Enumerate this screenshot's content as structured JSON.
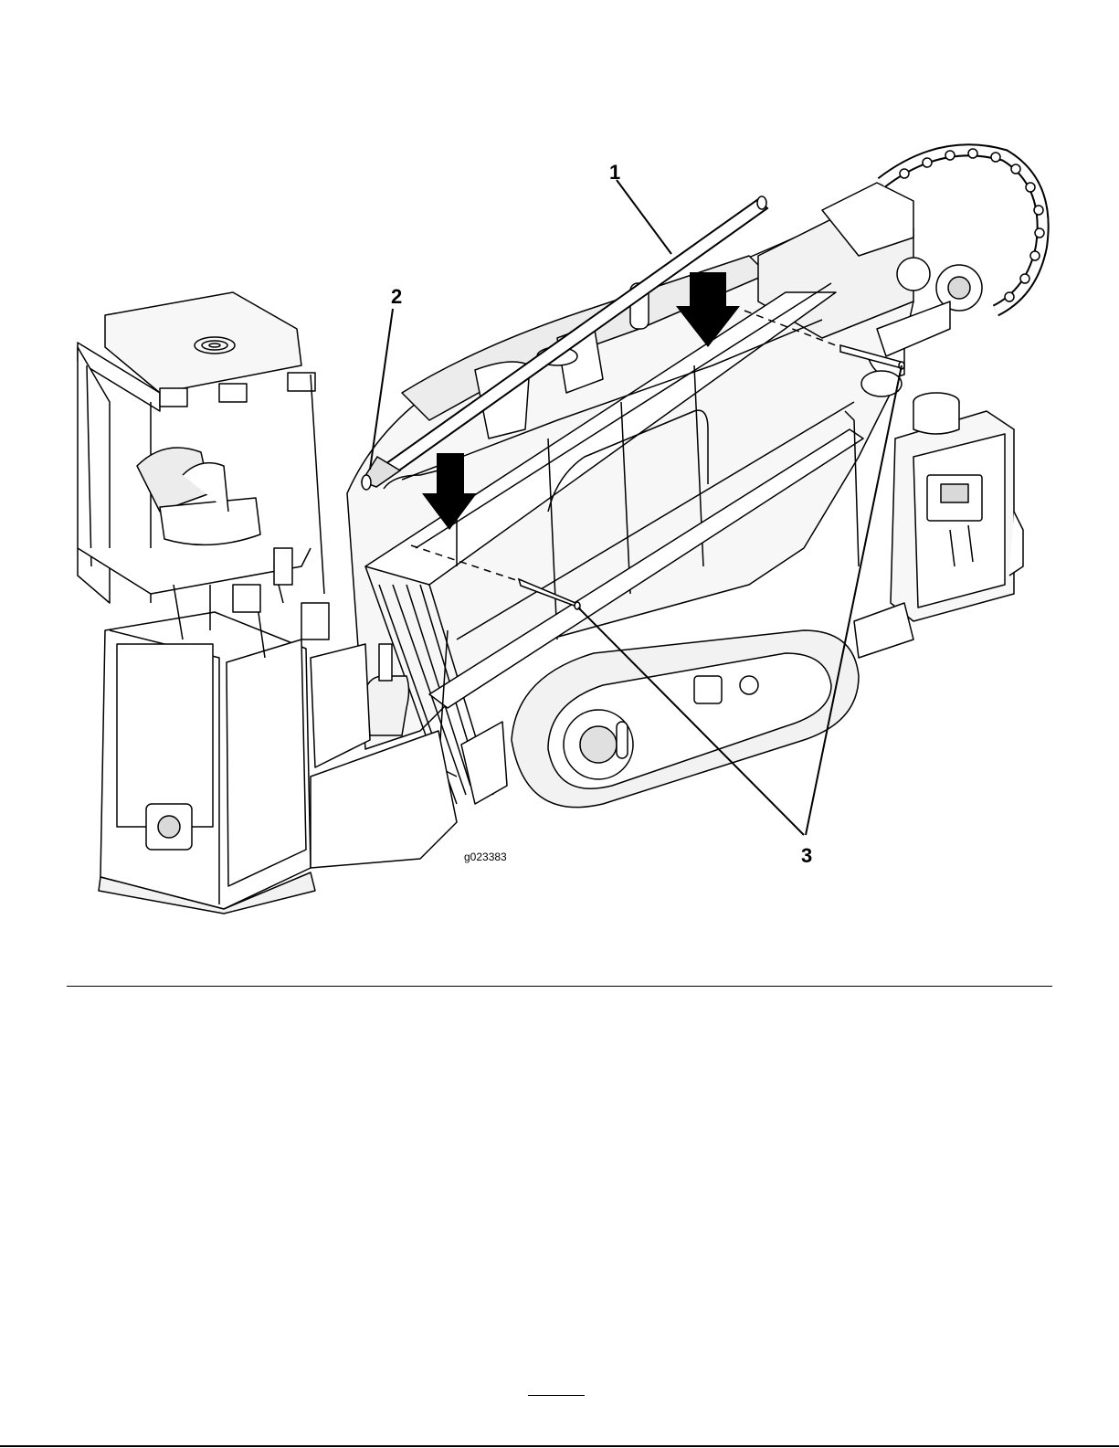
{
  "figure": {
    "callouts": {
      "one": "1",
      "two": "2",
      "three": "3"
    },
    "graphic_id": "g023383",
    "parts": {
      "pipe_1": "pipe",
      "pin_2": "pin",
      "rod_3": "rod"
    },
    "line_color": "#000000",
    "fill_color": "#ffffff",
    "shade_color": "#d9d9d9"
  }
}
